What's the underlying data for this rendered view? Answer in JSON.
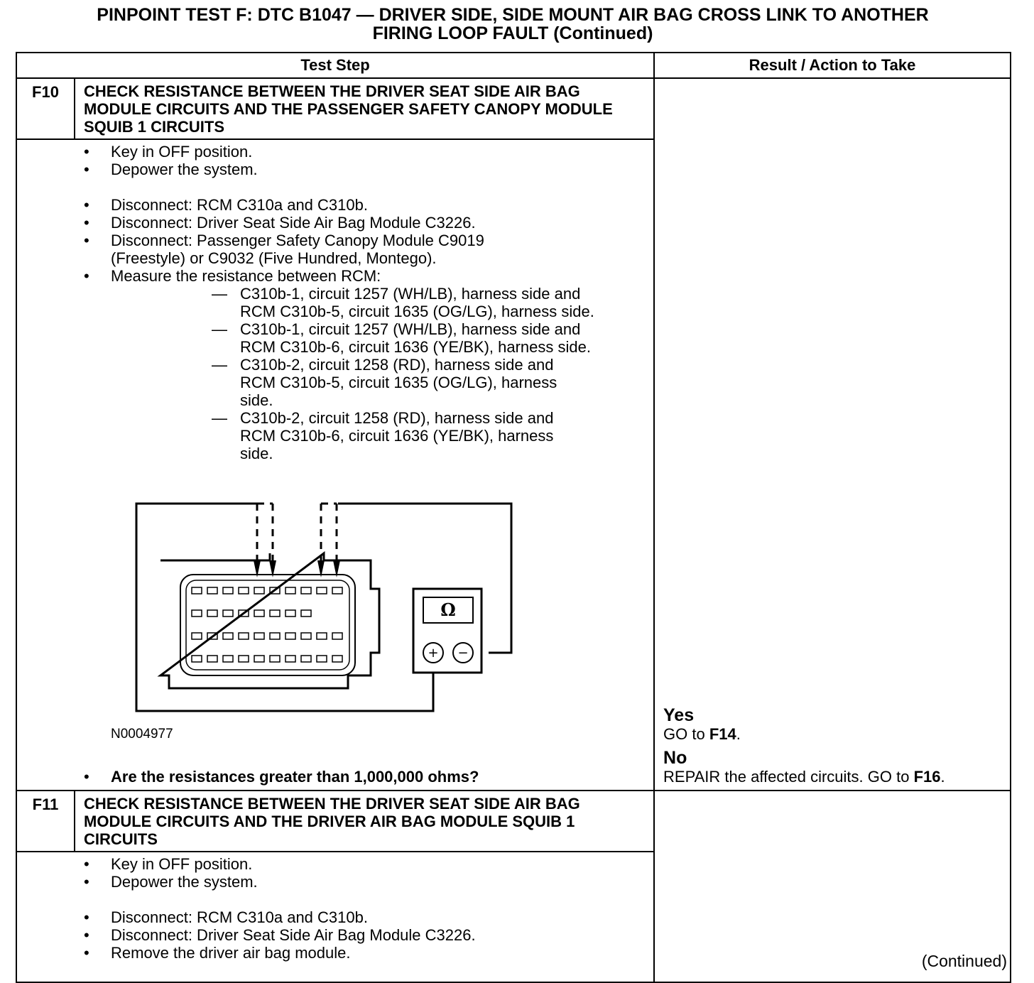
{
  "title": {
    "line1": "PINPOINT TEST  F: DTC B1047 — DRIVER SIDE, SIDE MOUNT AIR BAG CROSS LINK TO ANOTHER",
    "line2": "FIRING LOOP FAULT (Continued)"
  },
  "table": {
    "col_test_step": "Test Step",
    "col_result": "Result / Action to Take"
  },
  "steps": [
    {
      "id": "F10",
      "title": "CHECK RESISTANCE BETWEEN THE DRIVER SEAT SIDE AIR BAG MODULE CIRCUITS AND THE PASSENGER SAFETY CANOPY MODULE SQUIB 1 CIRCUITS",
      "items": [
        "Key in OFF position.",
        "Depower the system.",
        "Disconnect: RCM C310a and C310b.",
        "Disconnect: Driver Seat Side Air Bag Module C3226.",
        "Disconnect: Passenger Safety Canopy Module C9019 (Freestyle) or C9032 (Five Hundred, Montego).",
        "Measure the resistance between RCM:"
      ],
      "subitems": [
        "C310b-1, circuit 1257 (WH/LB), harness side and RCM C310b-5, circuit 1635 (OG/LG), harness side.",
        "C310b-1, circuit 1257 (WH/LB), harness side and RCM C310b-6, circuit 1636 (YE/BK), harness side.",
        "C310b-2, circuit 1258 (RD), harness side and RCM C310b-5, circuit 1635 (OG/LG), harness side.",
        "C310b-2, circuit 1258 (RD), harness side and RCM C310b-6, circuit 1636 (YE/BK), harness side."
      ],
      "figure_code": "N0004977",
      "meter_symbol": "Ω",
      "meter_plus": "+",
      "meter_minus": "−",
      "question": "Are the resistances greater than 1,000,000 ohms?",
      "result": {
        "yes_label": "Yes",
        "yes_action_prefix": "GO to ",
        "yes_action_target": "F14",
        "yes_action_suffix": ".",
        "no_label": "No",
        "no_action_prefix": "REPAIR the affected circuits. GO to ",
        "no_action_target": "F16",
        "no_action_suffix": "."
      }
    },
    {
      "id": "F11",
      "title": "CHECK RESISTANCE BETWEEN THE DRIVER SEAT SIDE AIR BAG MODULE CIRCUITS AND THE DRIVER AIR BAG MODULE SQUIB 1 CIRCUITS",
      "items": [
        "Key in OFF position.",
        "Depower the system.",
        "Disconnect: RCM C310a and C310b.",
        "Disconnect: Driver Seat Side Air Bag Module C3226.",
        "Remove the driver air bag module."
      ]
    }
  ],
  "bullet": "•",
  "dash": "—",
  "footer": "(Continued)"
}
